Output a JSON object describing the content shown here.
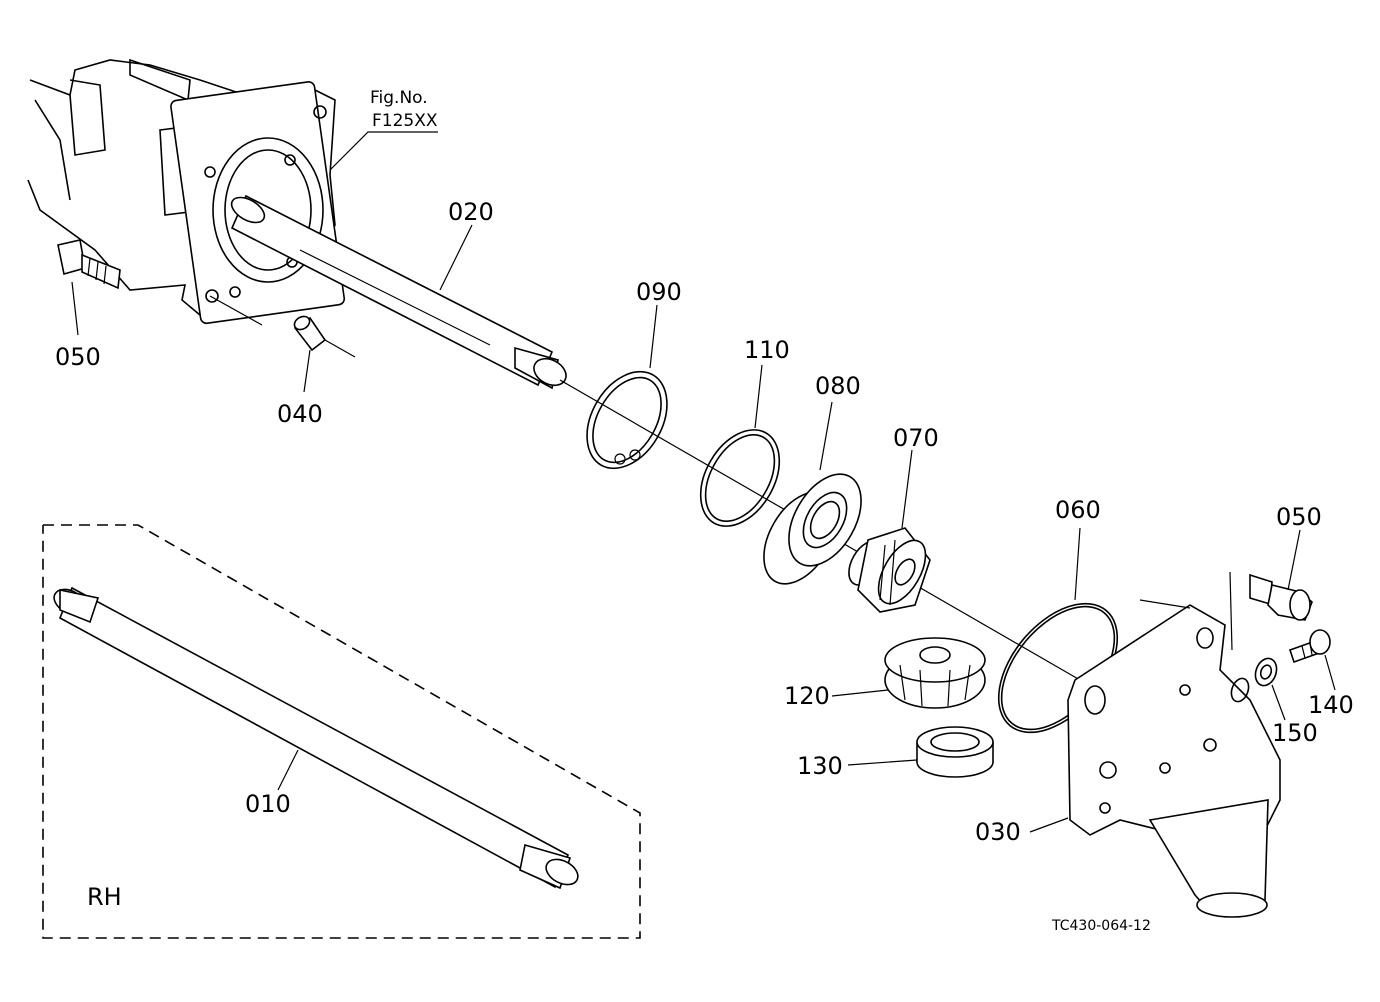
{
  "figure_ref": {
    "line1": "Fig.No.",
    "line2": "F125XX"
  },
  "labels": {
    "p020": "020",
    "p090": "090",
    "p110": "110",
    "p080": "080",
    "p070": "070",
    "p050_left": "050",
    "p040": "040",
    "p060": "060",
    "p050_right": "050",
    "p120": "120",
    "p140": "140",
    "p150": "150",
    "p130": "130",
    "p030": "030",
    "p010": "010"
  },
  "inset_label": "RH",
  "drawing_code": "TC430-064-12"
}
